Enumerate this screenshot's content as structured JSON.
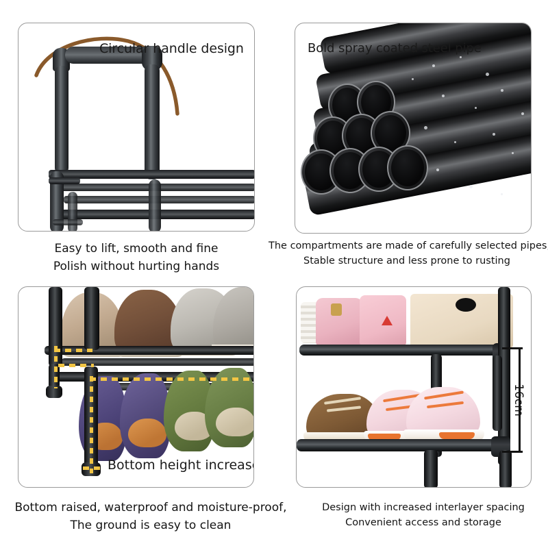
{
  "page": {
    "background_color": "#ffffff",
    "panel_border_color": "#9a9a9a",
    "text_color": "#141414",
    "highlight_color": "#f2c544",
    "arc_color": "#8a5a2b"
  },
  "panels": {
    "top_left": {
      "name": "circular-handle",
      "title": "Circular handle design",
      "caption_line1": "Easy to lift, smooth and fine",
      "caption_line2": "Polish without hurting hands"
    },
    "top_right": {
      "name": "steel-pipe",
      "title": "Bold spray coated steel pipe",
      "caption_line1": "The compartments are made of carefully selected pipes,",
      "caption_line2": "Stable structure and less prone to rusting"
    },
    "bottom_left": {
      "name": "bottom-height",
      "inset_label": "Bottom height increase",
      "caption_line1": "Bottom raised, waterproof and moisture-proof,",
      "caption_line2": "The ground is easy to clean"
    },
    "bottom_right": {
      "name": "interlayer-spacing",
      "dimension_label": "16cm",
      "caption_line1": "Design with increased interlayer spacing",
      "caption_line2": "Convenient access and storage"
    }
  },
  "shoes": {
    "upper_shelf_left": [
      "tan-oxford",
      "brown-oxford",
      "light-gray-oxford",
      "gray-oxford"
    ],
    "lower_shelf_left": [
      "purple-orange-flat",
      "purple-orange-flat",
      "green-beige-flat",
      "green-beige-flat"
    ],
    "upper_shelf_right": [
      "pink-handbag",
      "cream-box"
    ],
    "lower_shelf_right": [
      "brown-loafer",
      "pink-orange-sneaker",
      "pink-orange-sneaker"
    ]
  }
}
